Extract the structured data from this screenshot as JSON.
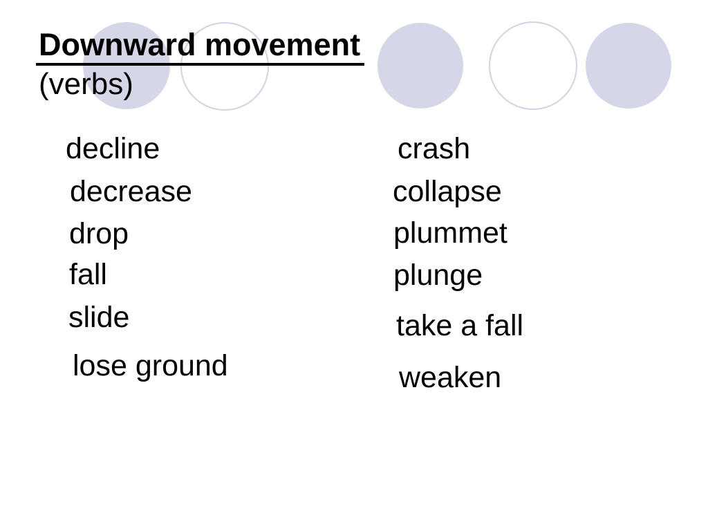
{
  "slide": {
    "title": "Downward movement",
    "subtitle": "(verbs)"
  },
  "words": {
    "left": [
      "decline",
      "decrease",
      "drop",
      "fall",
      "slide",
      "lose ground"
    ],
    "right": [
      "crash",
      "collapse",
      "plummet",
      "plunge",
      "take a fall",
      "weaken"
    ]
  },
  "colors": {
    "circle_fill": "#D6D6E9",
    "circle_outline": "#D2D2E6",
    "text": "#000000",
    "background": "#FFFFFF"
  }
}
